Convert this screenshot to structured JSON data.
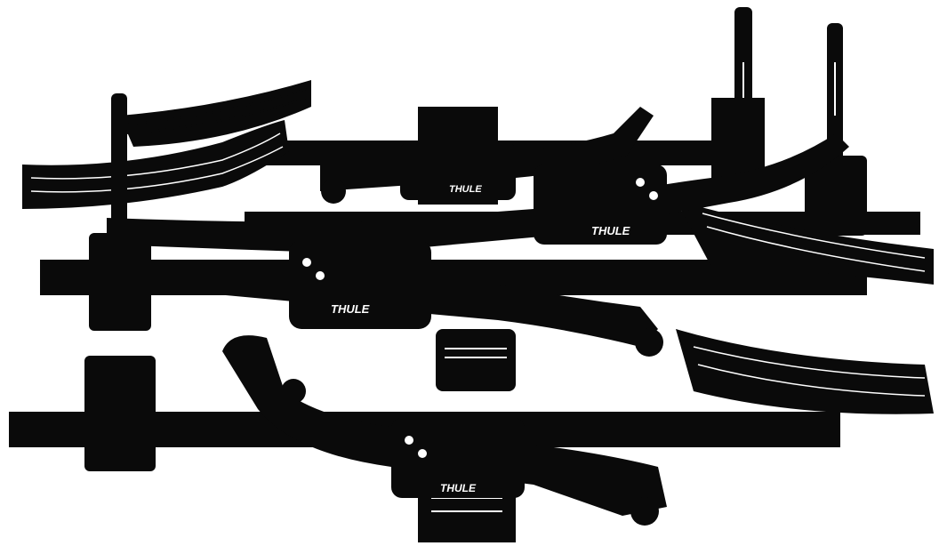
{
  "illustration": {
    "subject": "bike-rack",
    "brand_marks": [
      "THULE",
      "THULE",
      "THULE",
      "THULE"
    ],
    "colors": {
      "ink": "#0a0a0a",
      "paper": "#ffffff"
    }
  }
}
